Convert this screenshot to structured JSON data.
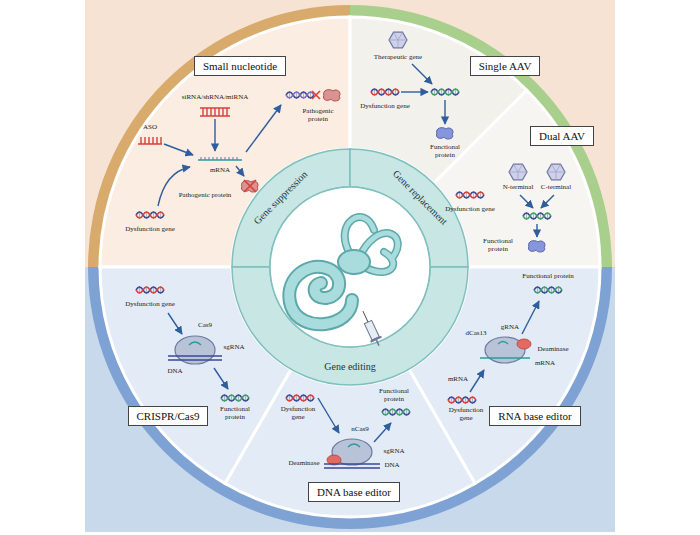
{
  "diagram": {
    "nodes": [
      {
        "text": [
          "Small nucleotide"
        ]
      },
      {
        "text": [
          "Single AAV"
        ]
      },
      {
        "text": [
          "Dual AAV"
        ]
      },
      {
        "text": [
          "CRISPR/Cas9"
        ]
      },
      {
        "text": [
          "DNA base editor"
        ]
      },
      {
        "text": [
          "RNA base editor"
        ]
      }
    ],
    "labels": [
      "Gene suppression",
      "Gene replacement",
      "Gene editing",
      "siRNA/shRNA/miRNA",
      "ASO",
      "mRNA",
      "Pathogenic protein",
      "Dysfunction gene",
      "Pathogenic protein",
      "Therapeutic gene",
      "Dysfunction gene",
      "Functional protein",
      "Dysfunction gene",
      "N-terminal",
      "C-terminal",
      "Functional protein",
      "Dysfunction gene",
      "Cas9",
      "sgRNA",
      "DNA",
      "Functional protein",
      "Dysfunction gene",
      "nCas9",
      "sgRNA",
      "Deaminase",
      "DNA",
      "Functional protein",
      "Dysfunction gene",
      "mRNA",
      "dCas13",
      "gRNA",
      "Deaminase",
      "mRNA",
      "Functional protein"
    ]
  }
}
